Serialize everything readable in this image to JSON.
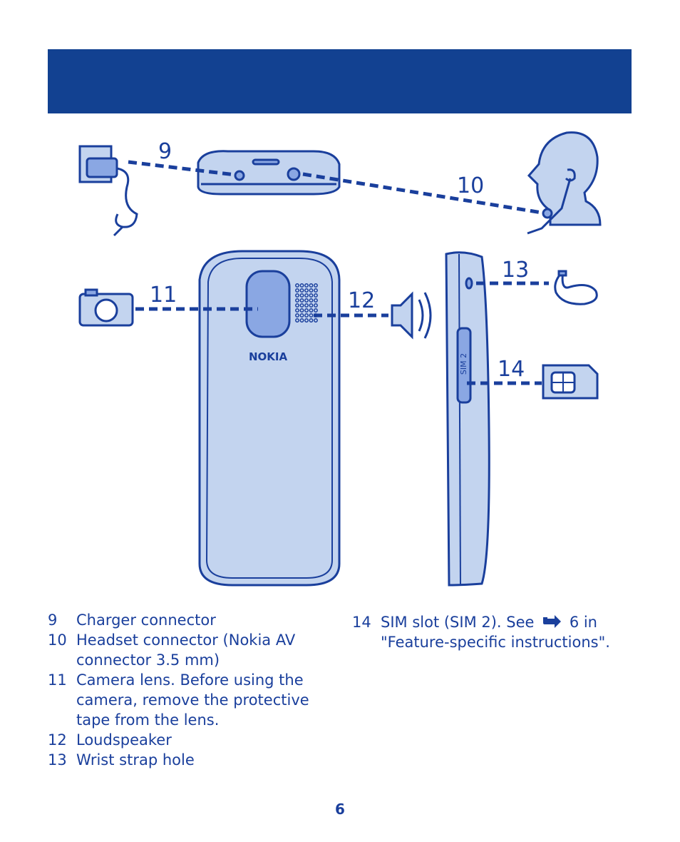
{
  "callouts": {
    "c9": "9",
    "c10": "10",
    "c11": "11",
    "c12": "12",
    "c13": "13",
    "c14": "14"
  },
  "phone": {
    "brand": "NOKIA",
    "sim_label": "SIM 2"
  },
  "legend": {
    "items": [
      {
        "num": "9",
        "text": "Charger connector"
      },
      {
        "num": "10",
        "text": "Headset connector (Nokia AV connector 3.5 mm)"
      },
      {
        "num": "11",
        "text": "Camera lens. Before using the camera, remove the protective tape from the lens."
      },
      {
        "num": "12",
        "text": "Loudspeaker"
      },
      {
        "num": "13",
        "text": "Wrist strap hole"
      }
    ],
    "item14": {
      "num": "14",
      "text_before": "SIM slot (SIM 2). See",
      "text_after": "6 in \"Feature-specific instructions\"."
    }
  },
  "page_number": "6",
  "colors": {
    "header": "#124191",
    "ink": "#1a3f9c",
    "fill_light": "#c3d4ef",
    "fill_mid": "#8aa7e3"
  },
  "icons": [
    "charger-icon",
    "headset-person-icon",
    "camera-icon",
    "speaker-icon",
    "wrist-strap-icon",
    "sim-card-icon",
    "arrow-right-icon"
  ]
}
